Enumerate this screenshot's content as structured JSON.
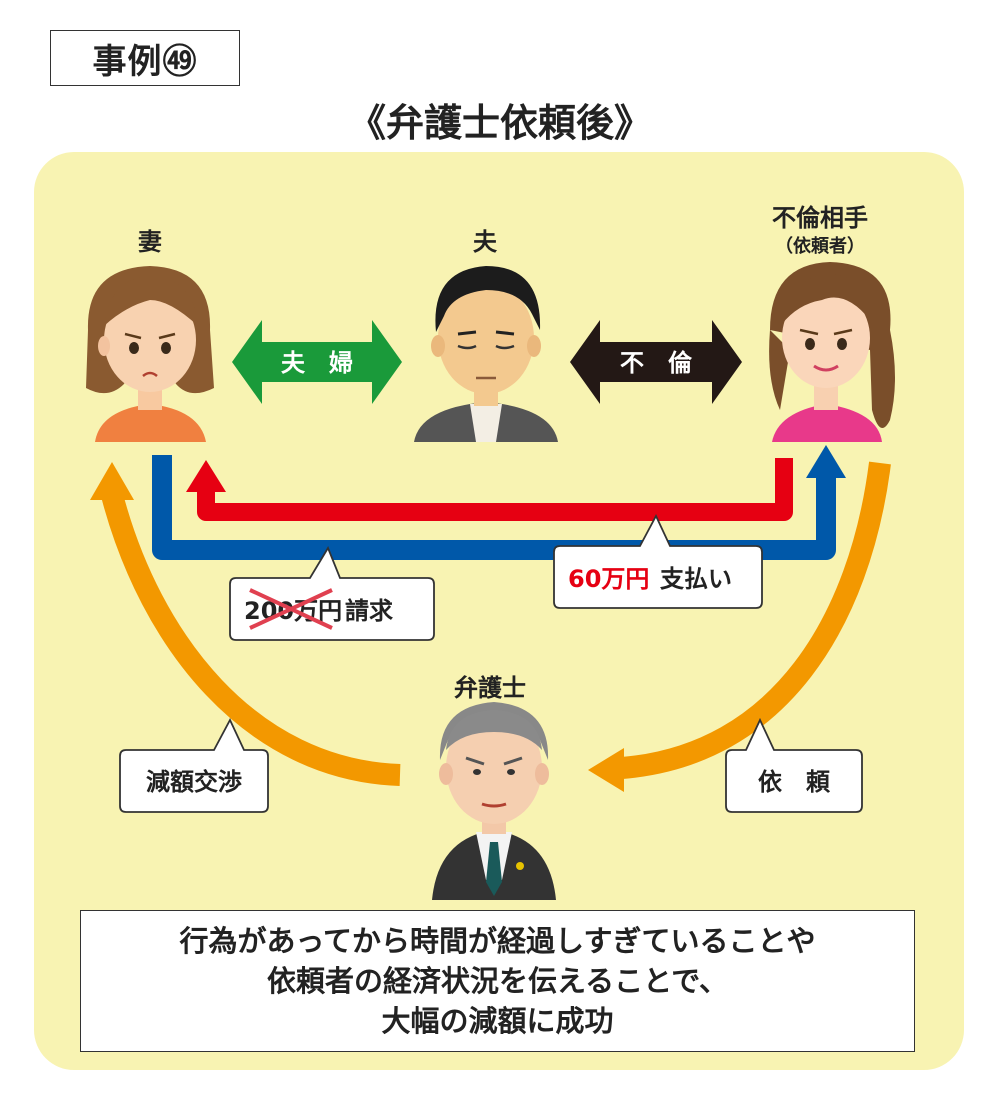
{
  "case_label": "事例㊾",
  "title": "《弁護士依頼後》",
  "people": {
    "wife": "妻",
    "husband": "夫",
    "affair_partner": "不倫相手",
    "affair_partner_sub": "（依頼者）",
    "lawyer": "弁護士"
  },
  "relations": {
    "married": "夫　婦",
    "affair": "不　倫"
  },
  "bubbles": {
    "claim_amount": "200万円",
    "claim_suffix": "請求",
    "payment_amount": "60万円",
    "payment_suffix": "支払い",
    "negotiation": "減額交渉",
    "request": "依　頼"
  },
  "footer": {
    "line1": "行為があってから時間が経過しすぎていることや",
    "line2": "依頼者の経済状況を伝えることで、",
    "line3": "大幅の減額に成功"
  },
  "colors": {
    "panel": "#f8f3b2",
    "red_arrow": "#e60012",
    "blue_arrow": "#0058a9",
    "orange_arrow": "#f39800",
    "married_arrow": "#1a9a3a",
    "affair_arrow": "#231815",
    "accent_text": "#e60012"
  }
}
